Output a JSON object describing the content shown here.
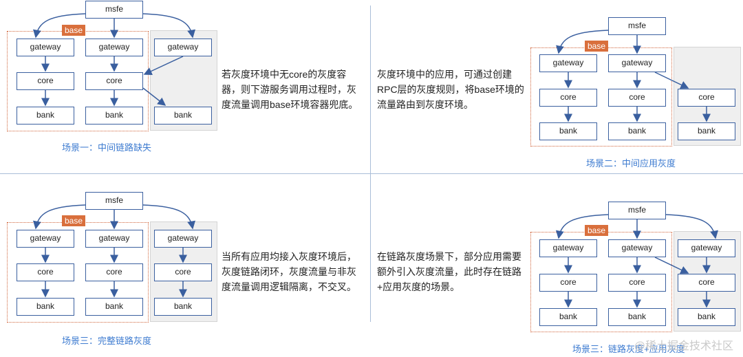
{
  "labels": {
    "msfe": "msfe",
    "gateway": "gateway",
    "core": "core",
    "bank": "bank",
    "base": "base"
  },
  "scenes": [
    {
      "caption": "场景一：中间链路缺失",
      "description": "若灰度环境中无core的灰度容器，则下游服务调用过程时，灰度流量调用base环境容器兜底。"
    },
    {
      "caption": "场景二：中间应用灰度",
      "description": "灰度环境中的应用，可通过创建RPC层的灰度规则，将base环境的流量路由到灰度环境。"
    },
    {
      "caption": "场景三：完整链路灰度",
      "description": "当所有应用均接入灰度环境后，灰度链路闭环，灰度流量与非灰度流量调用逻辑隔离，不交叉。"
    },
    {
      "caption": "场景三：链路灰度+应用灰度",
      "description": "在链路灰度场景下，部分应用需要额外引入灰度流量，此时存在链路+应用灰度的场景。"
    }
  ],
  "watermark": "@稀土掘金技术社区",
  "colors": {
    "node_border": "#3a5f9f",
    "arrow": "#3a5f9f",
    "base_tag": "#d96f3c",
    "caption": "#3d7bd0",
    "gray_panel": "#efefef"
  }
}
